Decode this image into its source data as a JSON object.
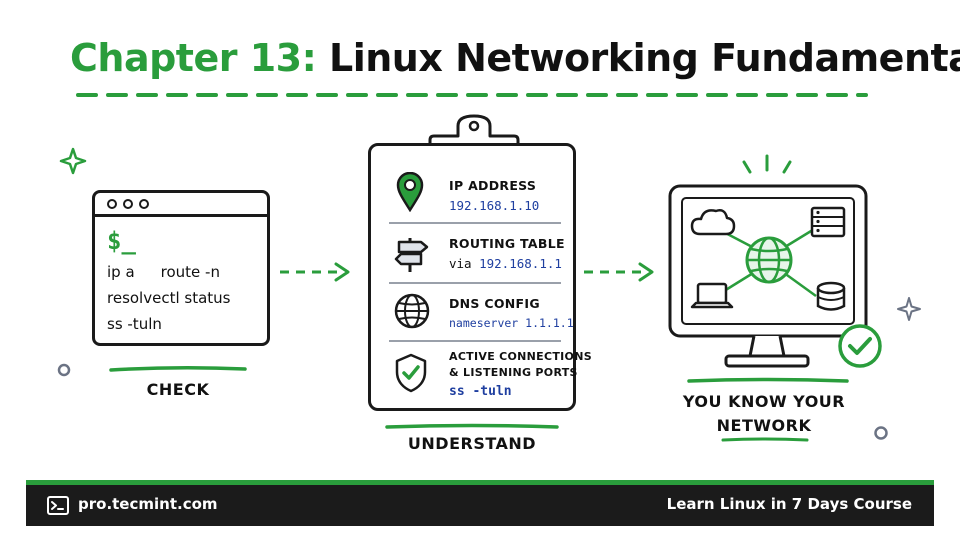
{
  "title": {
    "part1": "Chapter 13:",
    "part2": "Linux Networking Fundamentals"
  },
  "terminal": {
    "prompt": "$_",
    "cmd1a": "ip a",
    "cmd1b": "route -n",
    "cmd2": "resolvectl status",
    "cmd3": "ss -tuln"
  },
  "steps": {
    "check": "CHECK",
    "understand": "UNDERSTAND",
    "know_line1": "YOU KNOW YOUR",
    "know_line2": "NETWORK"
  },
  "clipboard": {
    "rows": [
      {
        "title": "IP ADDRESS",
        "value": "192.168.1.10",
        "icon": "map-pin-icon"
      },
      {
        "title": "ROUTING TABLE",
        "value_prefix": "via",
        "value": "192.168.1.1",
        "icon": "signpost-icon"
      },
      {
        "title": "DNS CONFIG",
        "value": "nameserver 1.1.1.1",
        "icon": "globe-icon"
      },
      {
        "title_line1": "ACTIVE CONNECTIONS",
        "title_line2": "& LISTENING PORTS",
        "value": "ss -tuln",
        "icon": "shield-check-icon"
      }
    ]
  },
  "monitor_icons": [
    "cloud-icon",
    "server-icon",
    "globe-icon",
    "laptop-icon",
    "database-icon",
    "check-circle-icon"
  ],
  "footer": {
    "url": "pro.tecmint.com",
    "course": "Learn Linux in 7 Days Course"
  },
  "colors": {
    "accent": "#2a9d3c",
    "dark": "#1b1b1b",
    "link_blue": "#1f3fa0"
  }
}
